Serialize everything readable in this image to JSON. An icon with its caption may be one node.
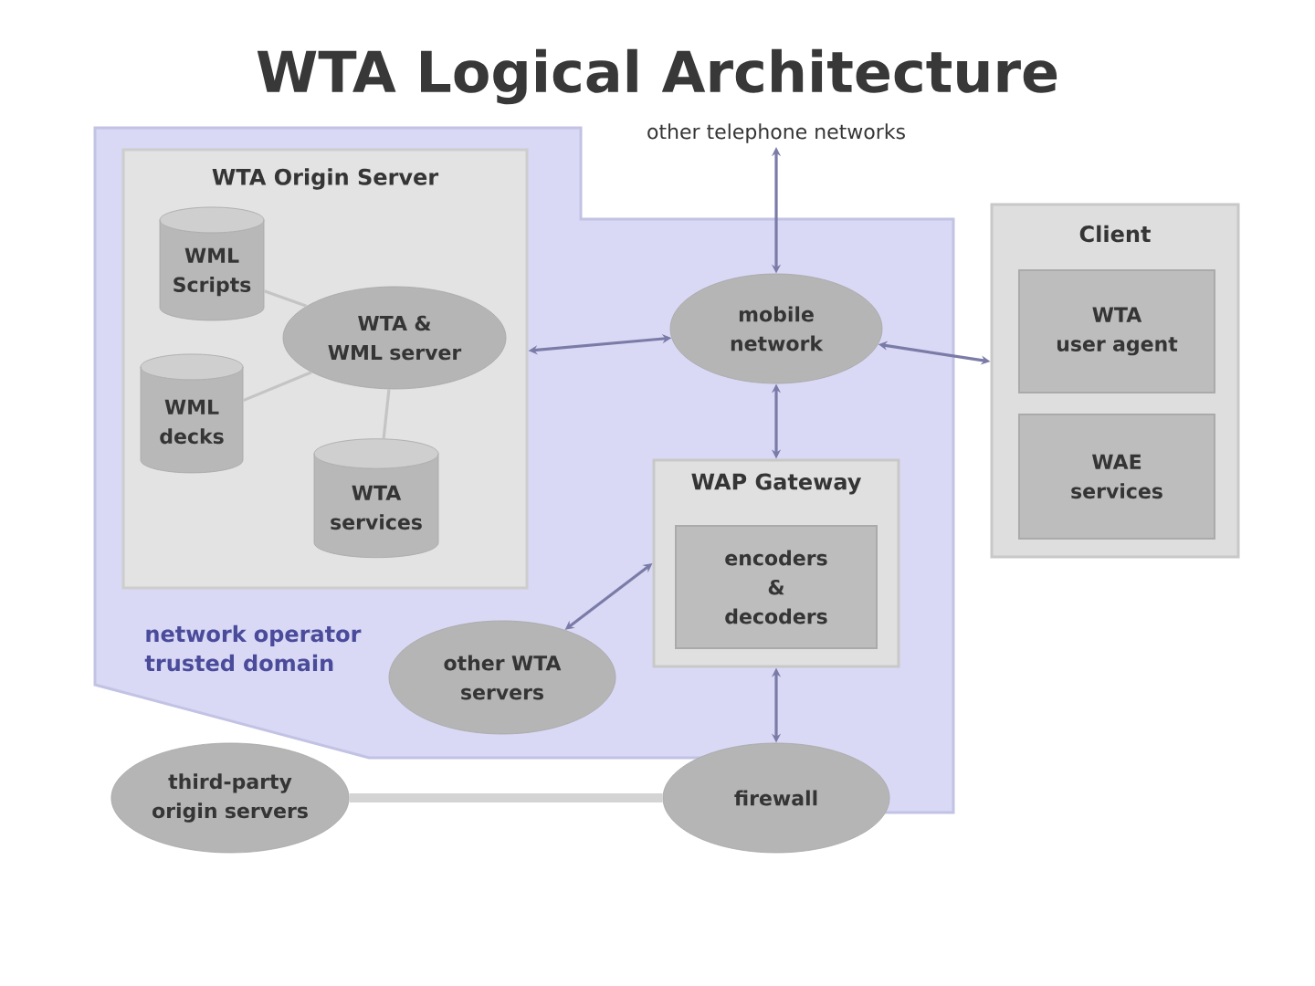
{
  "diagram": {
    "title": "WTA Logical Architecture",
    "nodes": [
      {
        "text": [
          "network operator trusted domain"
        ]
      },
      {
        "text": [
          "WTA Origin Server"
        ],
        "in": 0
      },
      {
        "text": [
          "WML Scripts"
        ],
        "in": 1
      },
      {
        "text": [
          "WTA & WML server"
        ],
        "in": 1
      },
      {
        "text": [
          "WML decks"
        ],
        "in": 1
      },
      {
        "text": [
          "WTA services"
        ],
        "in": 1
      },
      {
        "text": [
          "other telephone networks"
        ]
      },
      {
        "text": [
          "mobile network"
        ],
        "in": 0
      },
      {
        "text": [
          "Client"
        ]
      },
      {
        "text": [
          "WTA user agent"
        ],
        "in": 8
      },
      {
        "text": [
          "WAE services"
        ],
        "in": 8
      },
      {
        "text": [
          "WAP Gateway"
        ],
        "in": 0
      },
      {
        "text": [
          "encoders & decoders"
        ],
        "in": 11
      },
      {
        "text": [
          "other WTA servers"
        ],
        "in": 0
      },
      {
        "text": [
          "third-party origin servers"
        ]
      },
      {
        "text": [
          "firewall"
        ]
      }
    ],
    "edges": [
      {
        "from": 2,
        "to": 3,
        "arrow": "none",
        "color": "#c4c4c4"
      },
      {
        "from": 4,
        "to": 3,
        "arrow": "none",
        "color": "#c4c4c4"
      },
      {
        "from": 3,
        "to": 5,
        "arrow": "none",
        "color": "#c4c4c4"
      },
      {
        "from": 6,
        "to": 7,
        "arrow": "both"
      },
      {
        "from": 7,
        "to": 1,
        "arrow": "both"
      },
      {
        "from": 7,
        "to": 8,
        "arrow": "both"
      },
      {
        "from": 7,
        "to": 11,
        "arrow": "both"
      },
      {
        "from": 13,
        "to": 11,
        "arrow": "both"
      },
      {
        "from": 11,
        "to": 15,
        "arrow": "both"
      },
      {
        "from": 14,
        "to": 15,
        "arrow": "none",
        "style": "thick",
        "color": "#d4d4d4"
      }
    ]
  }
}
